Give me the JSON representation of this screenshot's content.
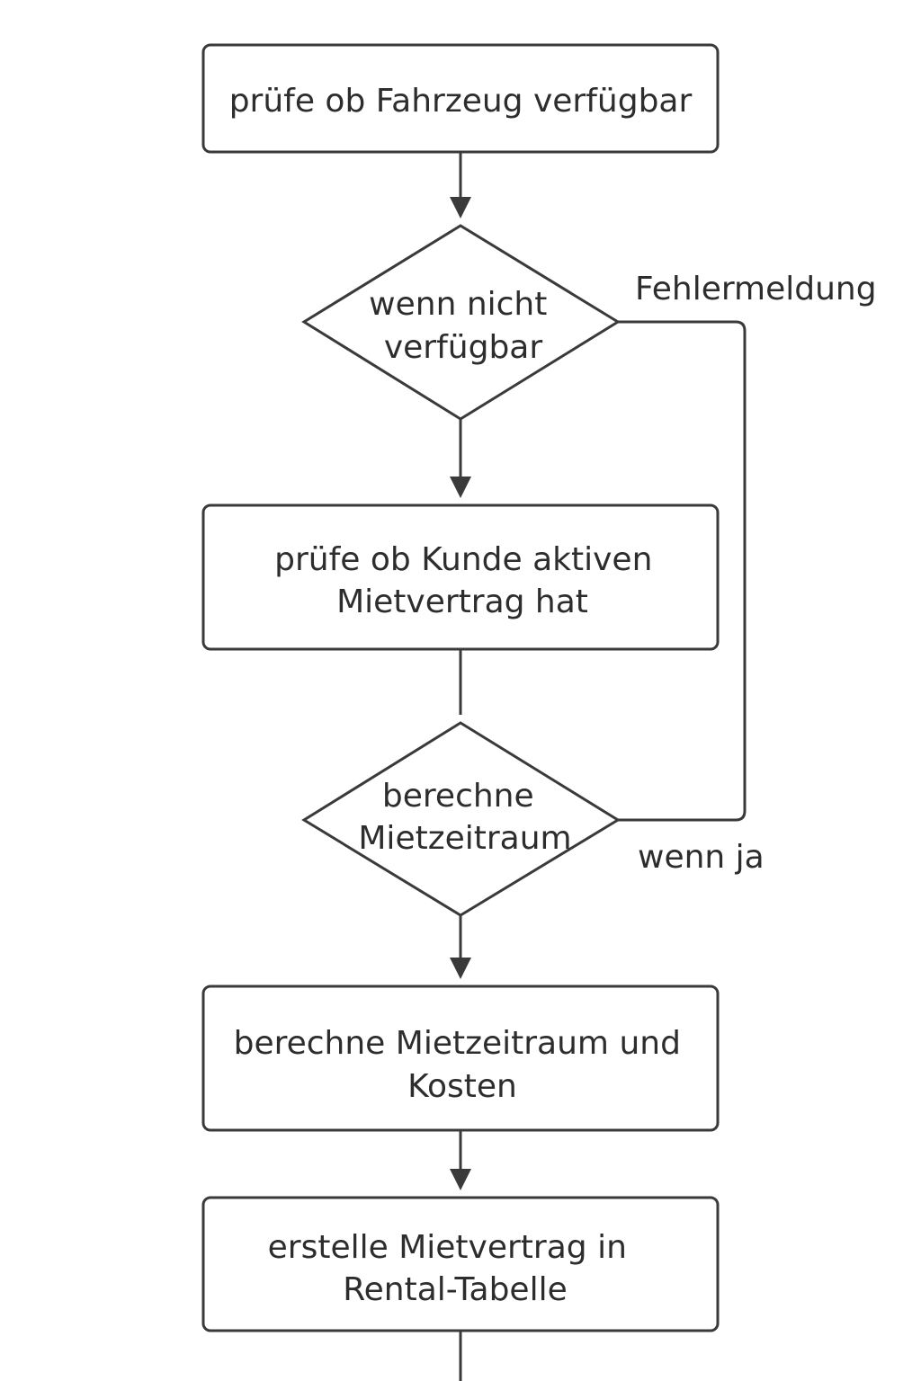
{
  "colors": {
    "stroke": "#3a3a3a",
    "text": "#2d2d2d",
    "background": "#ffffff"
  },
  "nodes": {
    "check_vehicle": {
      "lines": [
        "prüfe ob Fahrzeug verfügbar"
      ]
    },
    "if_not_available": {
      "lines": [
        "wenn nicht",
        "verfügbar"
      ]
    },
    "check_customer": {
      "lines": [
        "prüfe ob Kunde aktiven",
        "Mietvertrag hat"
      ]
    },
    "calc_period_decision": {
      "lines": [
        "berechne",
        "Mietzeitraum"
      ]
    },
    "calc_period_costs": {
      "lines": [
        "berechne Mietzeitraum und",
        "Kosten"
      ]
    },
    "create_contract": {
      "lines": [
        "erstelle Mietvertrag in",
        "Rental-Tabelle"
      ]
    }
  },
  "edge_labels": {
    "error": "Fehlermeldung",
    "if_yes": "wenn ja"
  }
}
